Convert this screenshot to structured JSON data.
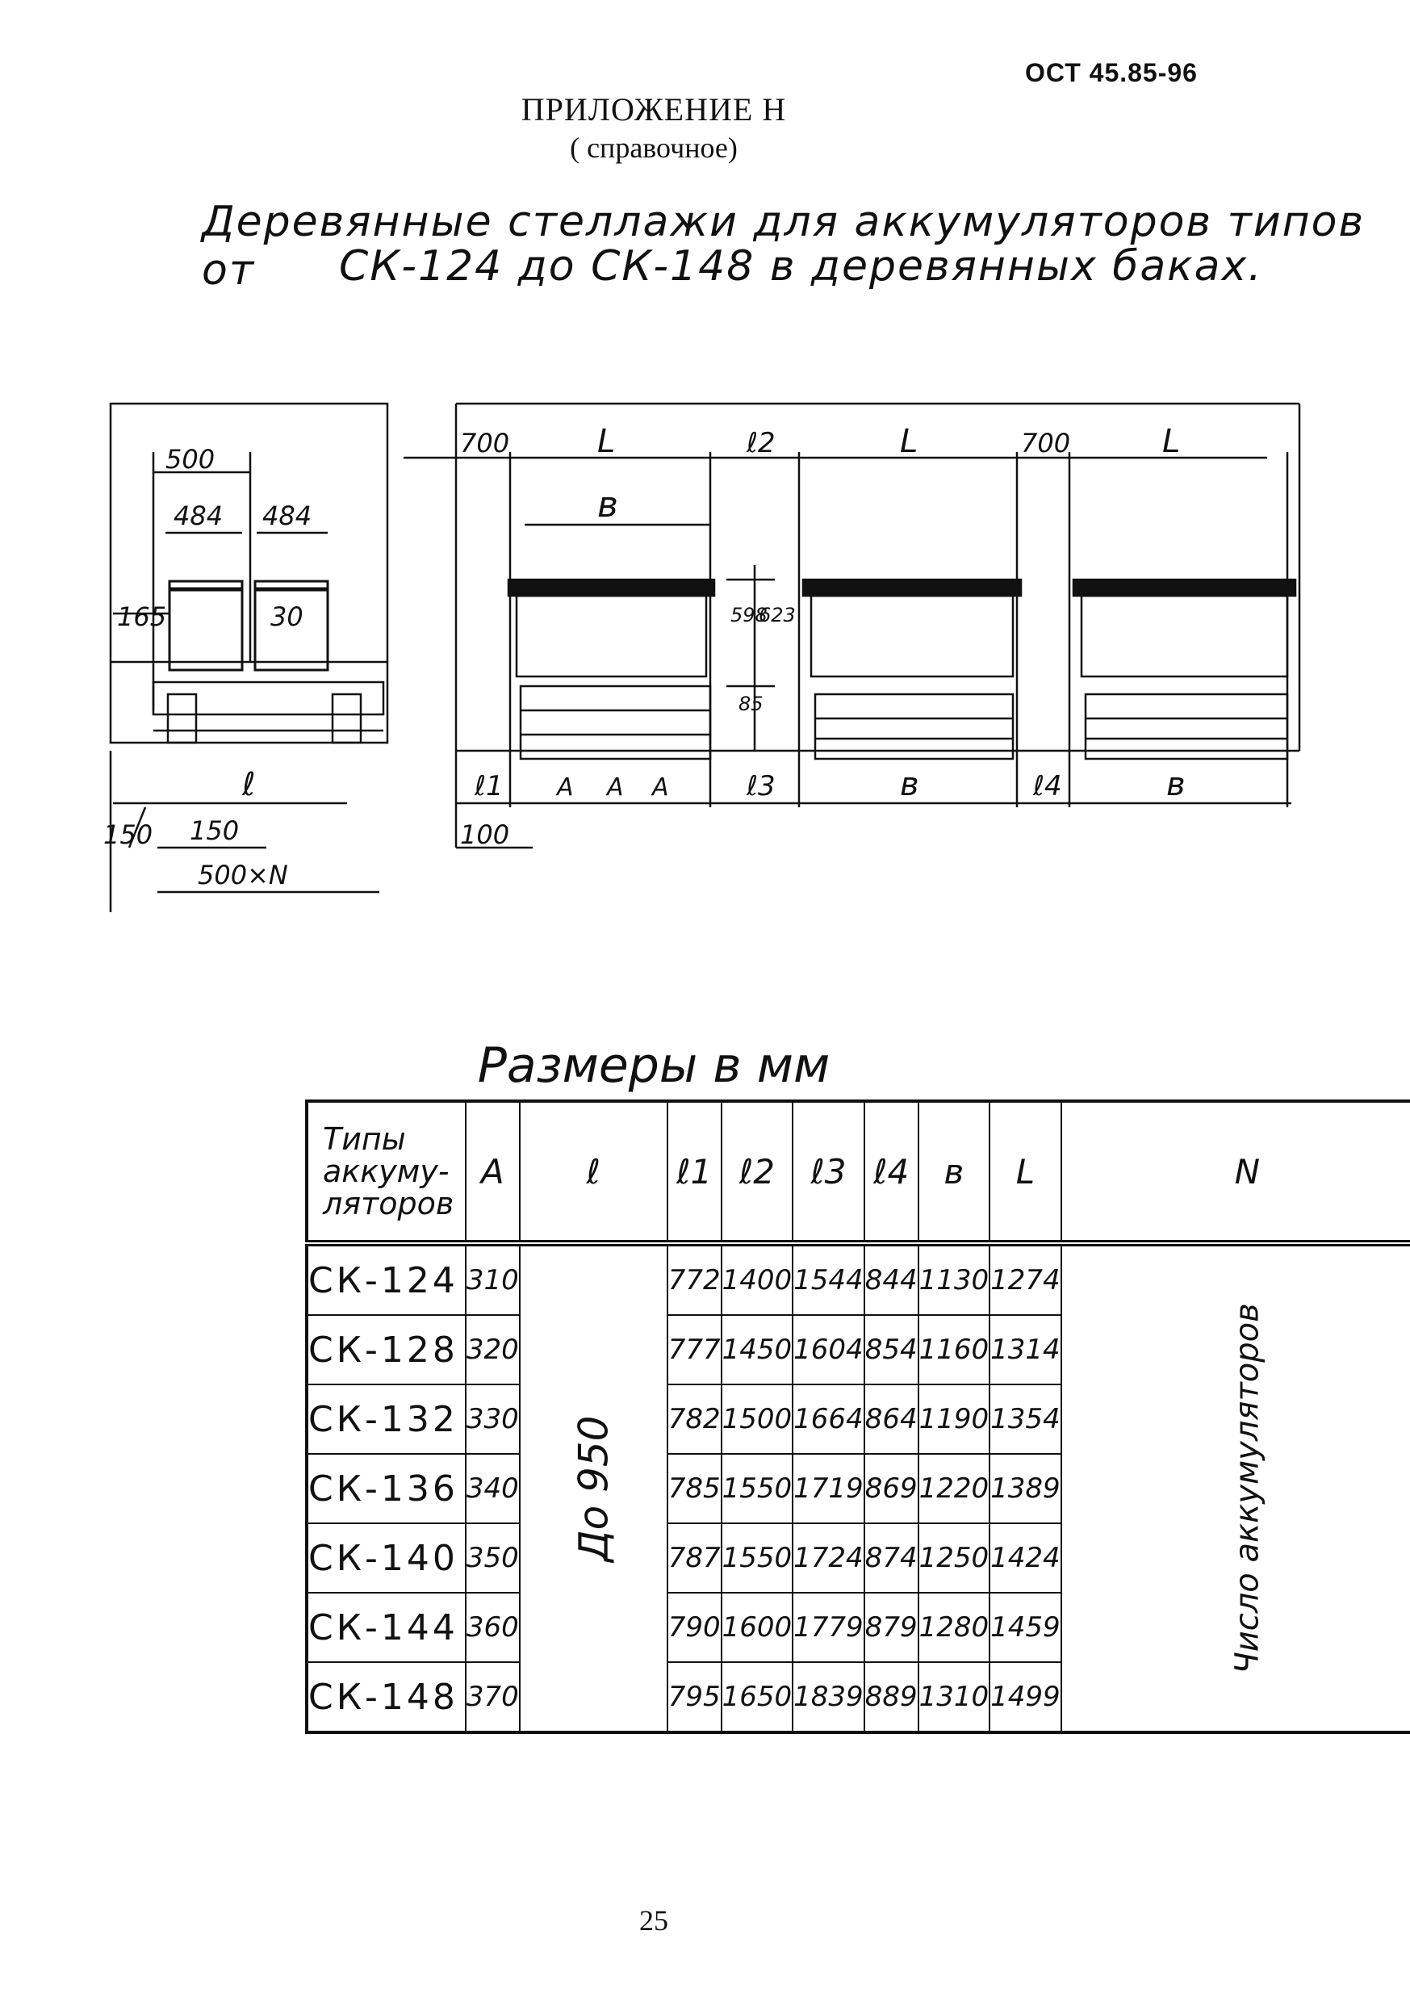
{
  "doc_code": "ОСТ 45.85-96",
  "appendix": {
    "title": "ПРИЛОЖЕНИЕ Н",
    "subtitle": "( справочное)"
  },
  "heading": {
    "line1": "Деревянные стеллажи для аккумуляторов типов от",
    "line2": "СК-124   до   СК-148 в деревянных баках."
  },
  "drawing_labels": {
    "d500": "500",
    "d484a": "484",
    "d484b": "484",
    "d165": "165",
    "d30": "30",
    "l": "ℓ",
    "d150a": "150",
    "d150b": "150",
    "n500": "500×N",
    "d700a": "700",
    "L1": "L",
    "l2": "ℓ2",
    "L2": "L",
    "d700b": "700",
    "L3": "L",
    "b_top": "в",
    "d598": "598",
    "d623": "623",
    "d85": "85",
    "l1": "ℓ1",
    "A1": "A",
    "A2": "A",
    "A3": "A",
    "l3": "ℓ3",
    "b1": "в",
    "l4": "ℓ4",
    "b2": "в",
    "d100": "100"
  },
  "table": {
    "title": "Размеры в мм",
    "headers": [
      "Типы аккуму- ляторов",
      "A",
      "ℓ",
      "ℓ1",
      "ℓ2",
      "ℓ3",
      "ℓ4",
      "в",
      "L",
      "N"
    ],
    "l_value": "До 950",
    "n_value": "Число аккумуляторов",
    "rows": [
      {
        "type": "СК-124",
        "A": "310",
        "l1": "772",
        "l2": "1400",
        "l3": "1544",
        "l4": "844",
        "b": "1130",
        "L": "1274"
      },
      {
        "type": "СК-128",
        "A": "320",
        "l1": "777",
        "l2": "1450",
        "l3": "1604",
        "l4": "854",
        "b": "1160",
        "L": "1314"
      },
      {
        "type": "СК-132",
        "A": "330",
        "l1": "782",
        "l2": "1500",
        "l3": "1664",
        "l4": "864",
        "b": "1190",
        "L": "1354"
      },
      {
        "type": "СК-136",
        "A": "340",
        "l1": "785",
        "l2": "1550",
        "l3": "1719",
        "l4": "869",
        "b": "1220",
        "L": "1389"
      },
      {
        "type": "СК-140",
        "A": "350",
        "l1": "787",
        "l2": "1550",
        "l3": "1724",
        "l4": "874",
        "b": "1250",
        "L": "1424"
      },
      {
        "type": "СК-144",
        "A": "360",
        "l1": "790",
        "l2": "1600",
        "l3": "1779",
        "l4": "879",
        "b": "1280",
        "L": "1459"
      },
      {
        "type": "СК-148",
        "A": "370",
        "l1": "795",
        "l2": "1650",
        "l3": "1839",
        "l4": "889",
        "b": "1310",
        "L": "1499"
      }
    ]
  },
  "page_number": "25"
}
